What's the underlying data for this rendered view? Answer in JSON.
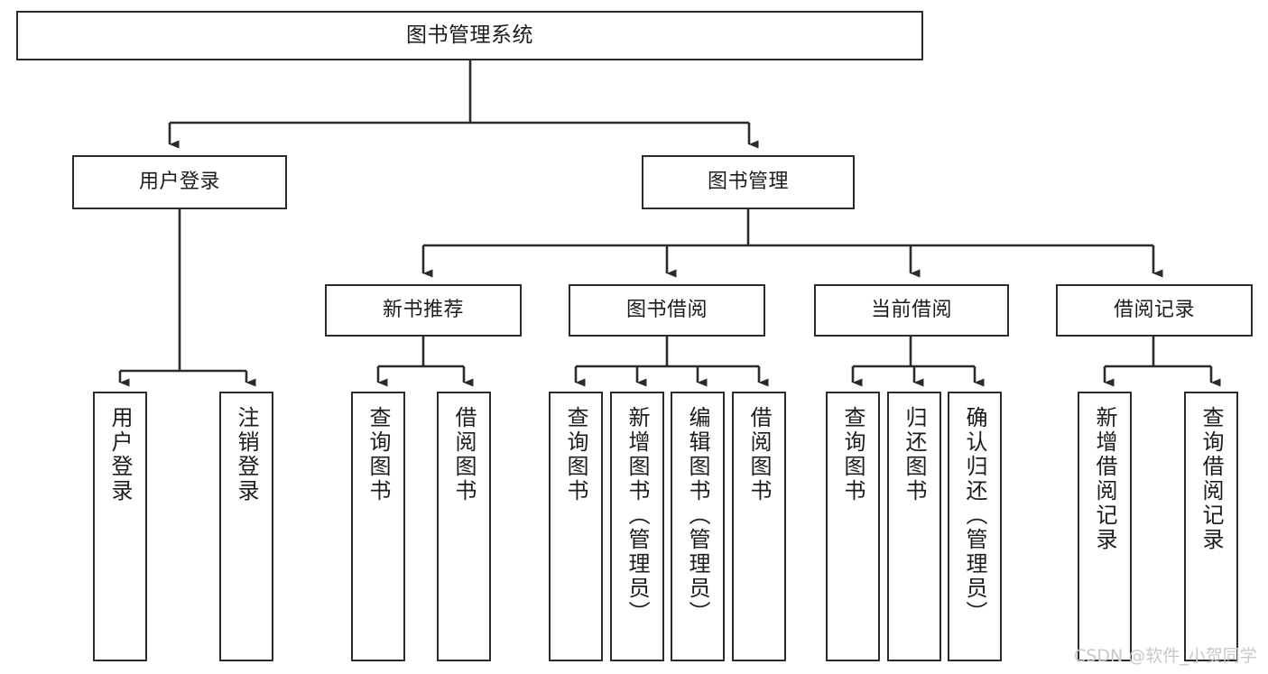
{
  "diagram": {
    "title": "图书管理系统",
    "type": "tree-hierarchy",
    "orientation": "top-down",
    "colors": {
      "box_border": "#2b2b2b",
      "box_fill": "#ffffff",
      "connector": "#2b2b2b",
      "text": "#1c1c1c",
      "watermark": "#c9c9c9",
      "background": "#ffffff"
    }
  },
  "root": {
    "label": "图书管理系统"
  },
  "level1": [
    {
      "label": "用户登录"
    },
    {
      "label": "图书管理"
    }
  ],
  "level2": [
    {
      "label": "新书推荐"
    },
    {
      "label": "图书借阅"
    },
    {
      "label": "当前借阅"
    },
    {
      "label": "借阅记录"
    }
  ],
  "leaves": {
    "user_login": [
      {
        "label": "用户登录"
      },
      {
        "label": "注销登录"
      }
    ],
    "new_book_recommend": [
      {
        "label": "查询图书"
      },
      {
        "label": "借阅图书"
      }
    ],
    "book_borrow": [
      {
        "label": "查询图书"
      },
      {
        "label": "新增图书（管理员）"
      },
      {
        "label": "编辑图书（管理员）"
      },
      {
        "label": "借阅图书"
      }
    ],
    "current_borrow": [
      {
        "label": "查询图书"
      },
      {
        "label": "归还图书"
      },
      {
        "label": "确认归还（管理员）"
      }
    ],
    "borrow_record": [
      {
        "label": "新增借阅记录"
      },
      {
        "label": "查询借阅记录"
      }
    ]
  },
  "watermark": {
    "text": "CSDN @软件_小贺同学"
  }
}
